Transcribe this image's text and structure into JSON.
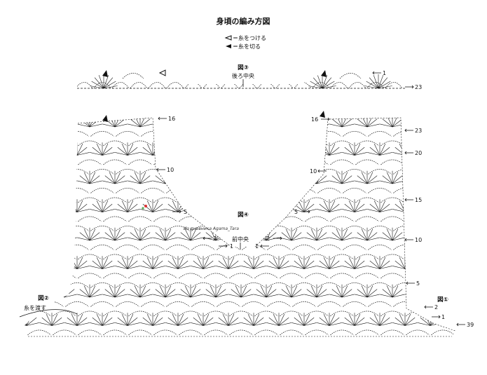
{
  "title": "身頃の編み方図",
  "legend": [
    {
      "symbol": "open-triangle-icon",
      "text": "＝糸をつける"
    },
    {
      "symbol": "filled-triangle-icon",
      "text": "＝糸を切る"
    }
  ],
  "figures": {
    "fig3": "図③",
    "fig3_sub": "後ろ中央",
    "fig4": "図④",
    "fig4_sub": "前中央",
    "fig1": "図①",
    "fig2": "図②",
    "fig2_sub": "糸を渡す"
  },
  "row_labels": {
    "back_top_right": "1",
    "back_right": "23",
    "left_top": "16",
    "left_10": "10",
    "left_5": "5",
    "left_2": "2",
    "left_1": "1",
    "right_top": "16",
    "right_10": "10",
    "right_5": "5",
    "right_2": "2",
    "right_1": "1",
    "side_23": "23",
    "side_20": "20",
    "side_15": "15",
    "side_10": "10",
    "side_5": "5",
    "bottom_2": "2",
    "bottom_1": "1",
    "bottom_39": "39"
  },
  "credit": "Из дневника Agama_Tara"
}
